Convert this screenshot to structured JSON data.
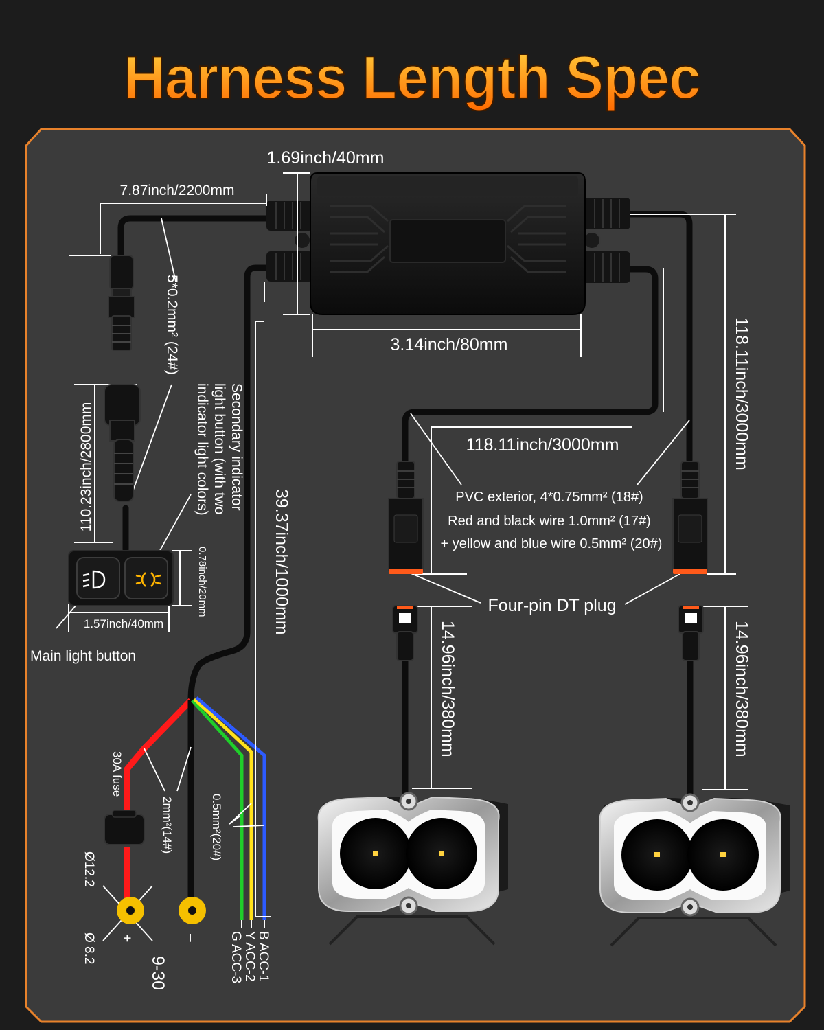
{
  "title": "Harness Length Spec",
  "colors": {
    "title_top": "#ffd23f",
    "title_bottom": "#ff6a00",
    "frame_border": "#e8822b",
    "panel_bg": "#3b3b3b",
    "wire_red": "#ff1a1a",
    "wire_green": "#1fcf2a",
    "wire_yellow": "#ffe11a",
    "wire_blue": "#2d5bff",
    "terminal": "#f5c000",
    "plug_accent": "#ff5a1a"
  },
  "icons": [
    "control-box-icon",
    "dt-plug-icon",
    "switch-icon",
    "headlight-icon",
    "fuse-icon",
    "ring-terminal-icon",
    "light-pod-icon"
  ],
  "labels": {
    "box_height": "1.69inch/40mm",
    "wire_top_left": "7.87inch/2200mm",
    "box_width": "3.14inch/80mm",
    "wire_gauge_switch": "5*0.2mm² (24#)",
    "secondary_button": [
      "Secondary indicator",
      "light button (with two",
      "indicator light colors)"
    ],
    "switch_cable": "110.23inch/2800mm",
    "switch_height": "0.78inch/20mm",
    "switch_width": "1.57inch/40mm",
    "main_button": "Main light button",
    "power_cable": "39.37inch/1000mm",
    "right_cable": "118.11inch/3000mm",
    "middle_cable": "118.11inch/3000mm",
    "wire_spec": [
      "PVC exterior, 4*0.75mm² (18#)",
      "Red and black wire 1.0mm² (17#)",
      "+ yellow and blue wire 0.5mm² (20#)"
    ],
    "dt_plug": "Four-pin DT plug",
    "light_cable_left": "14.96inch/380mm",
    "light_cable_right": "14.96inch/380mm",
    "fuse": "30A fuse",
    "power_gauge": "2mm²(14#)",
    "signal_gauge": "0.5mm²(20#)",
    "ring_pos": "Ø12.2",
    "ring_neg": "Ø 8.2",
    "plus": "+",
    "minus": "–",
    "voltage": "9-30",
    "acc1": "B  ACC-1",
    "acc2": "Y  ACC-2",
    "acc3": "G  ACC-3"
  }
}
